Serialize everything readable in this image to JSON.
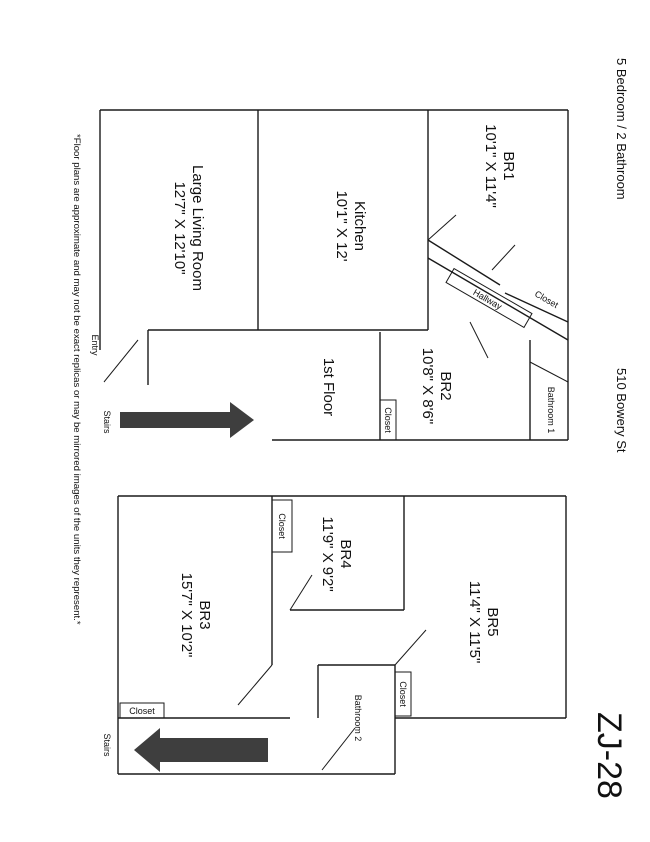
{
  "header": {
    "beds_baths": "5 Bedroom / 2 Bathroom",
    "address": "510 Bowery St",
    "unit_code": "ZJ-28"
  },
  "note": "*Floor plans are approximate and may not be exact replicas or may be mirrored images of the units they represent.*",
  "first_floor": {
    "title": "1st Floor",
    "entry": "Entry",
    "stairs": "Stairs",
    "rooms": [
      {
        "name": "Large Living Room",
        "dims": "12'7\" X 12'10\""
      },
      {
        "name": "Kitchen",
        "dims": "10'1\" X 12'"
      },
      {
        "name": "BR1",
        "dims": "10'1\" X 11'4\""
      },
      {
        "name": "BR2",
        "dims": "10'8\" X 8'6\""
      }
    ],
    "hallway": "Hallway",
    "closet_a": "Closet",
    "closet_b": "Closet",
    "bathroom": "Bathroom 1"
  },
  "second_floor": {
    "stairs": "Stairs",
    "rooms": [
      {
        "name": "BR3",
        "dims": "15'7\" X 10'2\""
      },
      {
        "name": "BR4",
        "dims": "11'9\" X 9'2\""
      },
      {
        "name": "BR5",
        "dims": "11'4\" X 11'5\""
      }
    ],
    "closet_a": "Closet",
    "closet_b": "Closet",
    "closet_c": "Closet",
    "bathroom": "Bathroom 2"
  },
  "colors": {
    "wall": "#1a1a1a",
    "arrow": "#3e3e3e"
  }
}
